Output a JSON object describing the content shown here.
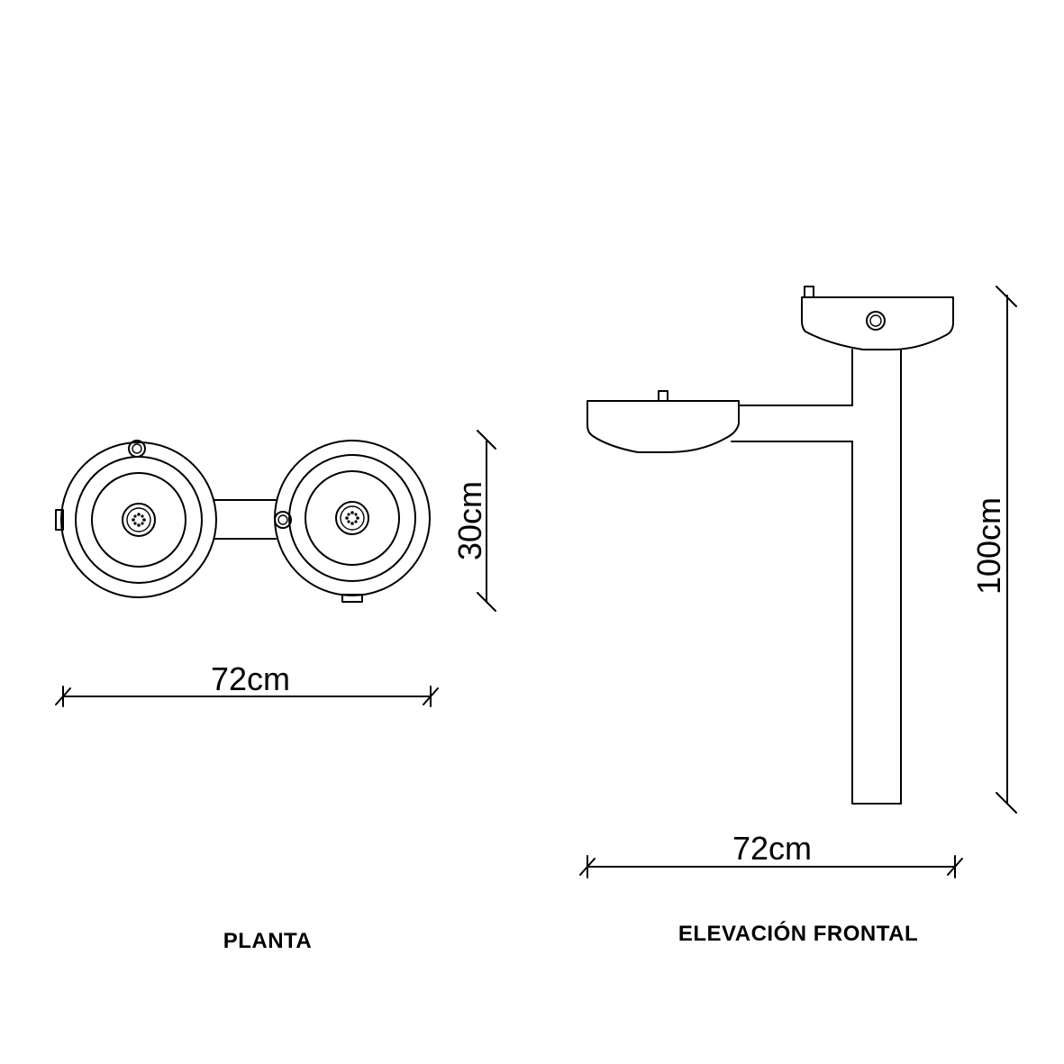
{
  "planta": {
    "width_dim": "72cm",
    "depth_dim": "30cm",
    "caption": "PLANTA"
  },
  "elevacion": {
    "width_dim": "72cm",
    "height_dim": "100cm",
    "caption": "ELEVACIÓN FRONTAL"
  }
}
